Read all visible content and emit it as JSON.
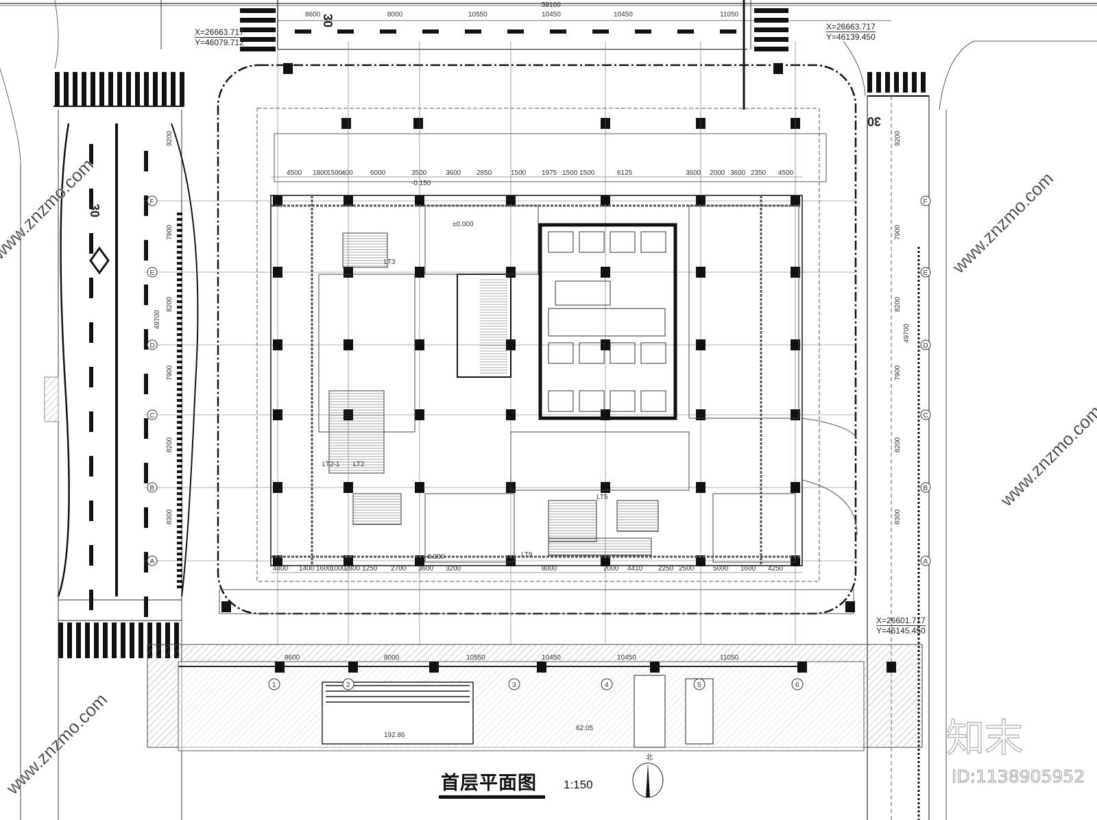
{
  "title": "首层平面图",
  "scale": "1:150",
  "north_label": "北",
  "watermark": {
    "logo": "知末",
    "id": "ID:1138905952",
    "site": "www.znzmo.com"
  },
  "speed_marks": [
    "30",
    "30",
    "30"
  ],
  "coordinates": [
    {
      "x": "X=26663.717",
      "y": "Y=46079.712"
    },
    {
      "x": "X=26663.717",
      "y": "Y=46139.450"
    },
    {
      "x": "X=26601.717",
      "y": "Y=46145.450"
    }
  ],
  "top_dimensions": {
    "total": "59100",
    "segments": [
      "8600",
      "8000",
      "10550",
      "10450",
      "10450",
      "11050"
    ]
  },
  "bottom_band_dimensions": [
    "8600",
    "8000",
    "10550",
    "10450",
    "10450",
    "11050"
  ],
  "left_dimensions": {
    "total": "49700",
    "segments": [
      "9200",
      "7900",
      "8200",
      "7900",
      "8200",
      "8300"
    ]
  },
  "right_dimensions": {
    "total": "49700",
    "segments": [
      "9200",
      "7900",
      "8200",
      "7900",
      "8200",
      "8300"
    ]
  },
  "inner_top_dimensions": [
    "4500",
    "1800",
    "1500",
    "400",
    "6000",
    "3500",
    "3600",
    "2850",
    "1500",
    "1975",
    "1500",
    "1500",
    "6125",
    "3600",
    "2000",
    "3600",
    "2350",
    "4500"
  ],
  "inner_bottom_dimensions": [
    "4800",
    "1400",
    "1600",
    "1000",
    "2800",
    "1250",
    "2700",
    "3600",
    "3200",
    "8000",
    "2000",
    "4410",
    "2250",
    "2500",
    "5000",
    "1600",
    "4250"
  ],
  "grid_rows": [
    "F",
    "E",
    "D",
    "C",
    "B",
    "A"
  ],
  "grid_columns": [
    "1",
    "2",
    "3",
    "4",
    "5",
    "6"
  ],
  "room_areas": [
    "192.86",
    "62.05"
  ],
  "elevation_marks": [
    "±0.000",
    "-0.150",
    "-0.300"
  ],
  "stair_labels": [
    "LT3",
    "LT2-1",
    "LT2",
    "LT5",
    "LT9"
  ]
}
